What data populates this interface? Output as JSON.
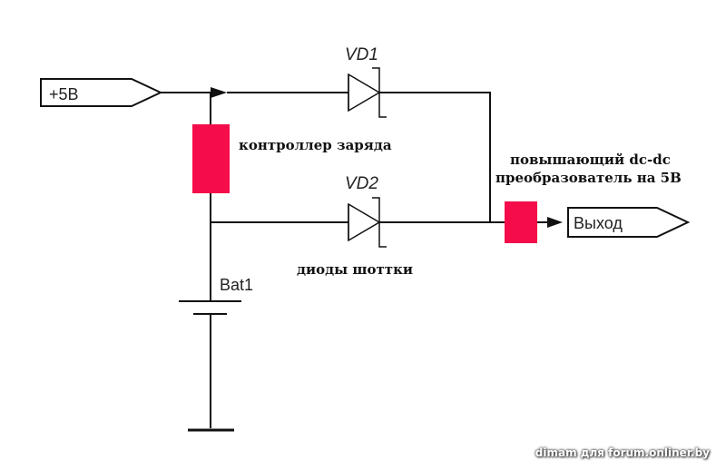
{
  "diagram": {
    "input_port": {
      "label": "+5В"
    },
    "output_port": {
      "label": "Выход"
    },
    "diodes": [
      {
        "ref": "VD1"
      },
      {
        "ref": "VD2"
      }
    ],
    "battery": {
      "ref": "Bat1"
    },
    "annotations": {
      "charge_controller": "контроллер заряда",
      "schottky_diodes": "диоды шоттки",
      "boost_line1": "повышающий dc-dc",
      "boost_line2": "преобразователь на 5В"
    },
    "colors": {
      "block_fill": "#f50c4a",
      "wire": "#111111"
    }
  },
  "watermark": "dimam для forum.onliner.by"
}
